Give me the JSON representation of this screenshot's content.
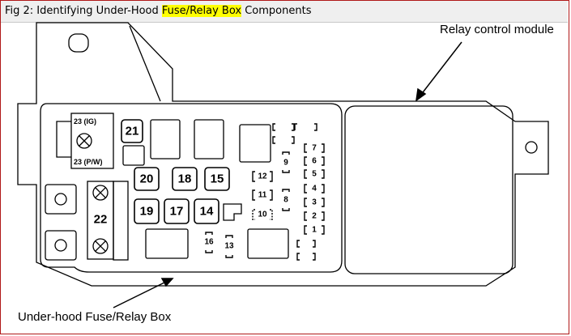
{
  "caption": {
    "prefix": "Fig 2: Identifying Under-Hood ",
    "highlight": "Fuse/Relay Box",
    "suffix": " Components"
  },
  "labels": {
    "relay_module": "Relay control module",
    "fuse_box": "Under-hood Fuse/Relay Box"
  },
  "fuses": {
    "f21": "21",
    "f20": "20",
    "f18": "18",
    "f15": "15",
    "f19": "19",
    "f17": "17",
    "f14": "14",
    "f22": "22",
    "f23ig": "23 (IG)",
    "f23pw": "23 (P/W)",
    "f16": "16",
    "f13": "13",
    "f12": "12",
    "f11": "11",
    "f10": "10",
    "f9": "9",
    "f8": "8",
    "f7": "7",
    "f6": "6",
    "f5": "5",
    "f4": "4",
    "f3": "3",
    "f2": "2",
    "f1": "1"
  },
  "colors": {
    "highlight": "#ffff00",
    "border": "#b01818"
  }
}
